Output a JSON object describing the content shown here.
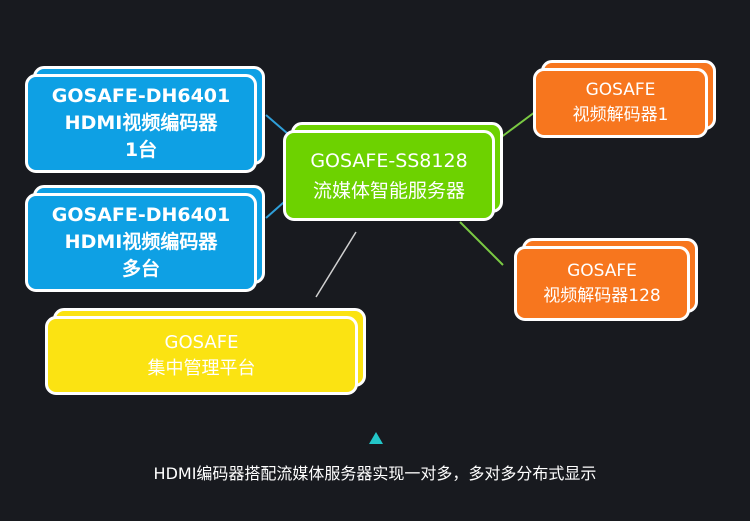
{
  "nodes": {
    "encoder_single": {
      "lines": [
        "GOSAFE-DH6401",
        "HDMI视频编码器",
        "1台"
      ]
    },
    "encoder_multi": {
      "lines": [
        "GOSAFE-DH6401",
        "HDMI视频编码器",
        "多台"
      ]
    },
    "server": {
      "lines": [
        "GOSAFE-SS8128",
        "流媒体智能服务器"
      ]
    },
    "decoder_1": {
      "lines": [
        "GOSAFE",
        "视频解码器1"
      ]
    },
    "decoder_128": {
      "lines": [
        "GOSAFE",
        "视频解码器128"
      ]
    },
    "platform": {
      "lines": [
        "GOSAFE",
        "集中管理平台"
      ]
    }
  },
  "caption": "HDMI编码器搭配流媒体服务器实现一对多，多对多分布式显示",
  "colors": {
    "background": "#181a1f",
    "encoder": "#0ea0e4",
    "server": "#6dd200",
    "decoder": "#f7761e",
    "platform": "#fbe312",
    "marker": "#23c6c8",
    "line_blue": "#2f9fd9",
    "line_green": "#7ac943",
    "line_gray": "#d0d0d0"
  },
  "icons": {
    "marker": "triangle-up-icon"
  }
}
